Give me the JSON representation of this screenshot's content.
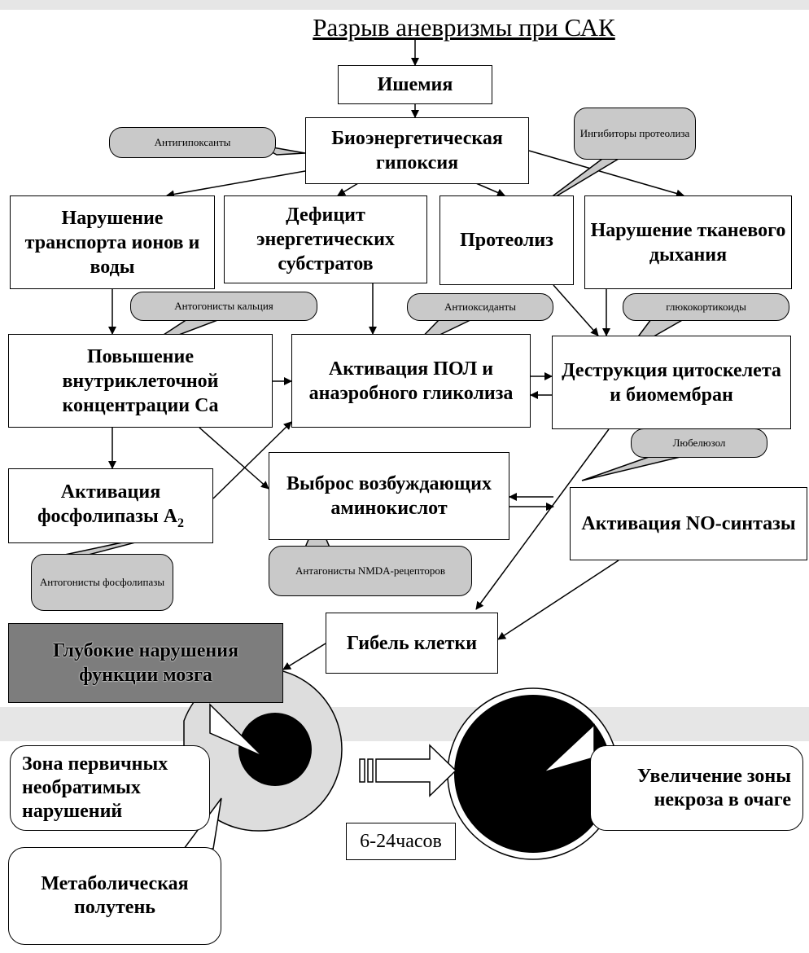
{
  "title": "Разрыв аневризмы при САК",
  "boxes": {
    "ischemia": "Ишемия",
    "hypoxia": "Биоэнергетическая гипоксия",
    "ion_transport": "Нарушение транспорта ионов и воды",
    "energy_deficit": "Дефицит энергетических субстратов",
    "proteolysis": "Протеолиз",
    "tissue_respiration": "Нарушение тканевого дыхания",
    "calcium": "Повышение внутриклеточной концентрации Са",
    "lipid_peroxidation": "Активация ПОЛ и анаэробного гликолиза",
    "cytoskeleton": "Деструкция цитоскелета и биомембран",
    "phospholipase": "Активация фосфолипазы А",
    "phospholipase_sub": "2",
    "excitatory": "Выброс возбуждающих аминокислот",
    "no_synthase": "Активация NO-синтазы",
    "cell_death": "Гибель клетки",
    "brain_dysfunction": "Глубокие нарушения функции мозга"
  },
  "bubbles": {
    "antihypoxants": "Антигипоксанты",
    "proteolysis_inhibitors": "Ингибиторы протеолиза",
    "calcium_antagonists": "Антогонисты кальция",
    "antioxidants": "Антиоксиданты",
    "glucocorticoids": "глюкокортикоиды",
    "lubeluzole": "Любелюзол",
    "nmda_antagonists": "Антагонисты NMDA-рецепторов",
    "phospholipase_antagonists": "Антогонисты фосфолипазы"
  },
  "bottom": {
    "primary_zone": "Зона первичных необратимых нарушений",
    "penumbra": "Метаболическая полутень",
    "time": "6-24часов",
    "necrosis": "Увеличение зоны некроза в очаге"
  }
}
